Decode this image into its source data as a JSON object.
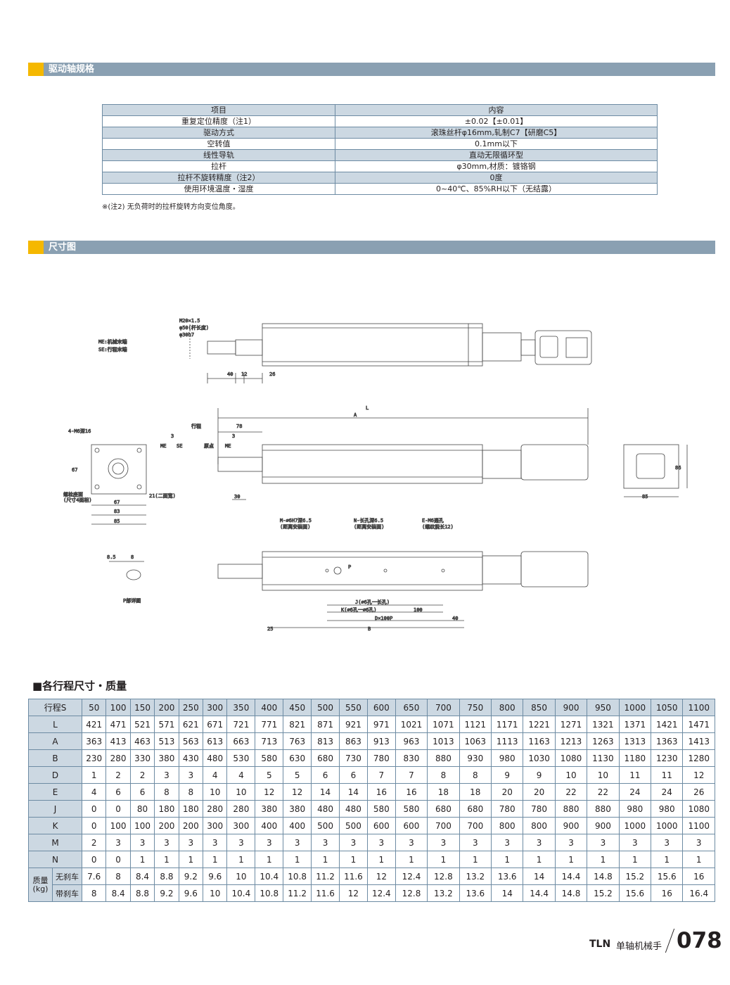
{
  "sections": {
    "spec_title": "驱动轴规格",
    "dimension_title": "尺寸图"
  },
  "spec_table": {
    "header": [
      "项目",
      "内容"
    ],
    "rows": [
      [
        "重复定位精度（注1）",
        "±0.02【±0.01】"
      ],
      [
        "驱动方式",
        "滚珠丝杆φ16mm,轧制C7【研磨C5】"
      ],
      [
        "空转值",
        "0.1mm以下"
      ],
      [
        "线性导轨",
        "直动无限循环型"
      ],
      [
        "拉杆",
        "φ30mm,材质：镀铬钢"
      ],
      [
        "拉杆不旋转精度（注2）",
        "0度"
      ],
      [
        "使用环境温度・湿度",
        "0~40℃、85%RH以下（无结露）"
      ]
    ]
  },
  "note": "※(注2) 无负荷时的拉杆旋转方向变位角度。",
  "drawing": {
    "labels": {
      "me_se": [
        "ME:机械末端",
        "SE:行程末端"
      ],
      "dims_top": [
        "40",
        "12",
        "26"
      ],
      "rod_dims": [
        "φ30h7",
        "φ50(杆长度)",
        "M20×1.5"
      ],
      "front_view": [
        "4-M6深16",
        "67",
        "67",
        "83",
        "85",
        "螺栓座面",
        "(尺寸4面相)",
        "21(二面宽)"
      ],
      "side_dims": [
        "L",
        "A",
        "行程",
        "78",
        "3",
        "3",
        "ME",
        "SE",
        "原点",
        "ME",
        "30"
      ],
      "right_view": [
        "85",
        "86"
      ],
      "bottom_view": [
        "M-∅6H7深6.5",
        "(距离安装面)",
        "N-长孔深6.5",
        "(距离安装面)",
        "E-M6通孔",
        "(螺纹脱长12)",
        "P",
        "J(∅6孔一长孔)",
        "K(∅6孔一∅6孔)",
        "100",
        "D×100P",
        "40",
        "25",
        "B"
      ],
      "detail": [
        "8.5",
        "8",
        "P部详图"
      ]
    }
  },
  "stroke_table": {
    "title": "■各行程尺寸・质量",
    "row_label_header": "行程S",
    "strokes": [
      "50",
      "100",
      "150",
      "200",
      "250",
      "300",
      "350",
      "400",
      "450",
      "500",
      "550",
      "600",
      "650",
      "700",
      "750",
      "800",
      "850",
      "900",
      "950",
      "1000",
      "1050",
      "1100"
    ],
    "rows": [
      {
        "label": "L",
        "values": [
          "421",
          "471",
          "521",
          "571",
          "621",
          "671",
          "721",
          "771",
          "821",
          "871",
          "921",
          "971",
          "1021",
          "1071",
          "1121",
          "1171",
          "1221",
          "1271",
          "1321",
          "1371",
          "1421",
          "1471"
        ]
      },
      {
        "label": "A",
        "values": [
          "363",
          "413",
          "463",
          "513",
          "563",
          "613",
          "663",
          "713",
          "763",
          "813",
          "863",
          "913",
          "963",
          "1013",
          "1063",
          "1113",
          "1163",
          "1213",
          "1263",
          "1313",
          "1363",
          "1413"
        ]
      },
      {
        "label": "B",
        "values": [
          "230",
          "280",
          "330",
          "380",
          "430",
          "480",
          "530",
          "580",
          "630",
          "680",
          "730",
          "780",
          "830",
          "880",
          "930",
          "980",
          "1030",
          "1080",
          "1130",
          "1180",
          "1230",
          "1280"
        ]
      },
      {
        "label": "D",
        "values": [
          "1",
          "2",
          "2",
          "3",
          "3",
          "4",
          "4",
          "5",
          "5",
          "6",
          "6",
          "7",
          "7",
          "8",
          "8",
          "9",
          "9",
          "10",
          "10",
          "11",
          "11",
          "12"
        ]
      },
      {
        "label": "E",
        "values": [
          "4",
          "6",
          "6",
          "8",
          "8",
          "10",
          "10",
          "12",
          "12",
          "14",
          "14",
          "16",
          "16",
          "18",
          "18",
          "20",
          "20",
          "22",
          "22",
          "24",
          "24",
          "26"
        ]
      },
      {
        "label": "J",
        "values": [
          "0",
          "0",
          "80",
          "180",
          "180",
          "280",
          "280",
          "380",
          "380",
          "480",
          "480",
          "580",
          "580",
          "680",
          "680",
          "780",
          "780",
          "880",
          "880",
          "980",
          "980",
          "1080"
        ]
      },
      {
        "label": "K",
        "values": [
          "0",
          "100",
          "100",
          "200",
          "200",
          "300",
          "300",
          "400",
          "400",
          "500",
          "500",
          "600",
          "600",
          "700",
          "700",
          "800",
          "800",
          "900",
          "900",
          "1000",
          "1000",
          "1100"
        ]
      },
      {
        "label": "M",
        "values": [
          "2",
          "3",
          "3",
          "3",
          "3",
          "3",
          "3",
          "3",
          "3",
          "3",
          "3",
          "3",
          "3",
          "3",
          "3",
          "3",
          "3",
          "3",
          "3",
          "3",
          "3",
          "3"
        ]
      },
      {
        "label": "N",
        "values": [
          "0",
          "0",
          "1",
          "1",
          "1",
          "1",
          "1",
          "1",
          "1",
          "1",
          "1",
          "1",
          "1",
          "1",
          "1",
          "1",
          "1",
          "1",
          "1",
          "1",
          "1",
          "1"
        ]
      }
    ],
    "mass_label_1": "质量",
    "mass_label_2": "(kg)",
    "mass_rows": [
      {
        "label": "无刹车",
        "values": [
          "7.6",
          "8",
          "8.4",
          "8.8",
          "9.2",
          "9.6",
          "10",
          "10.4",
          "10.8",
          "11.2",
          "11.6",
          "12",
          "12.4",
          "12.8",
          "13.2",
          "13.6",
          "14",
          "14.4",
          "14.8",
          "15.2",
          "15.6",
          "16"
        ]
      },
      {
        "label": "带刹车",
        "values": [
          "8",
          "8.4",
          "8.8",
          "9.2",
          "9.6",
          "10",
          "10.4",
          "10.8",
          "11.2",
          "11.6",
          "12",
          "12.4",
          "12.8",
          "13.2",
          "13.6",
          "14",
          "14.4",
          "14.8",
          "15.2",
          "15.6",
          "16",
          "16.4"
        ]
      }
    ]
  },
  "footer": {
    "brand": "TLN",
    "product": "单轴机械手",
    "page": "078"
  }
}
